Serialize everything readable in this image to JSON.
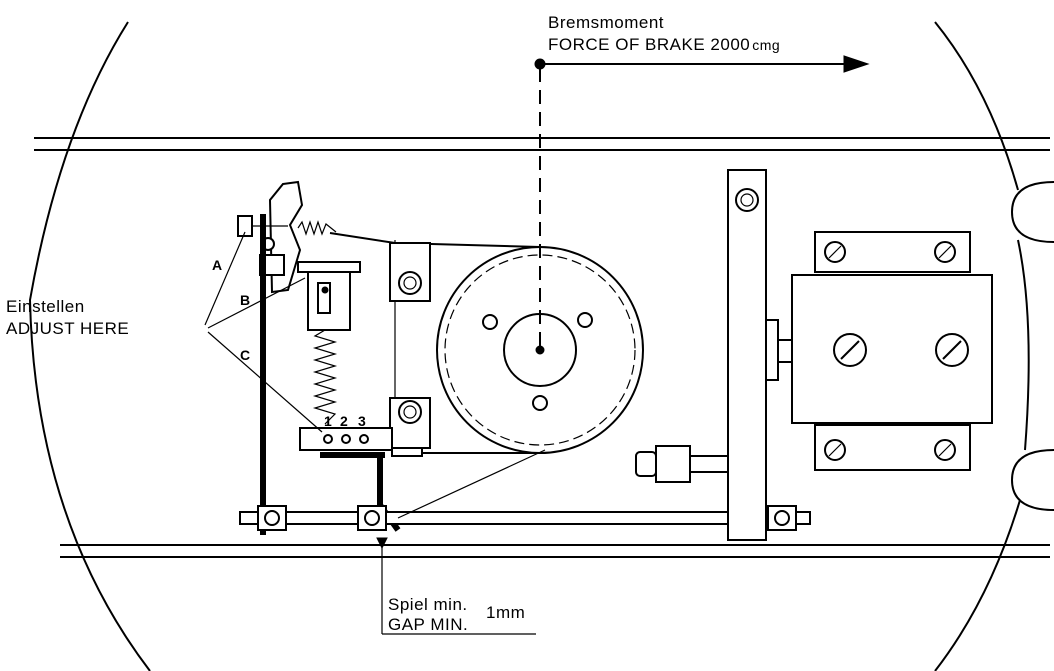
{
  "labels": {
    "brake_de": "Bremsmoment",
    "brake_en": "FORCE OF BRAKE 2000",
    "brake_unit": "cmg",
    "adjust_de": "Einstellen",
    "adjust_en": "ADJUST  HERE",
    "point_a": "A",
    "point_b": "B",
    "point_c": "C",
    "hole_1": "1",
    "hole_2": "2",
    "hole_3": "3",
    "gap_de": "Spiel min.",
    "gap_en": "GAP  MIN.",
    "gap_value": "1mm"
  }
}
